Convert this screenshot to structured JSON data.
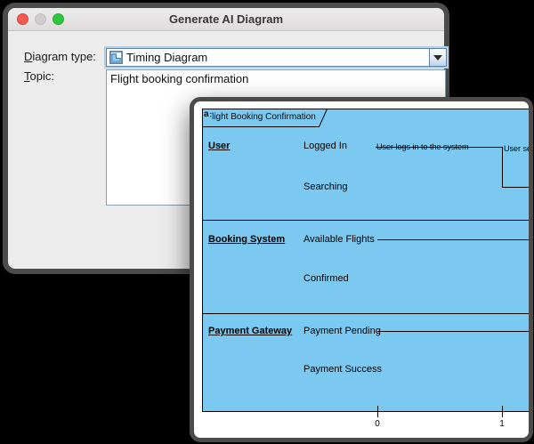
{
  "dialog": {
    "title": "Generate AI Diagram",
    "fields": {
      "diagram_type": {
        "label_head": "D",
        "label_tail": "iagram type:",
        "value": "Timing Diagram"
      },
      "topic": {
        "label_head": "T",
        "label_tail": "opic:",
        "value": "Flight booking confirmation"
      }
    }
  },
  "diagram": {
    "tab": {
      "badge": "a",
      "label": "Flight Booking Confirmation"
    },
    "lanes": [
      {
        "name": "User",
        "states": [
          "Logged In",
          "Searching"
        ]
      },
      {
        "name": "Booking System",
        "states": [
          "Available Flights",
          "Confirmed"
        ]
      },
      {
        "name": "Payment Gateway",
        "states": [
          "Payment Pending",
          "Payment Success"
        ]
      }
    ],
    "annotations": [
      "User logs in to the system",
      "User sea"
    ],
    "axis_labels": [
      "0",
      "1"
    ]
  },
  "icons": {
    "dropdown_arrow": "triangle-down",
    "diagram_type_icon": "timing-waveform"
  },
  "colors": {
    "frame_fill": "#7BC9F1",
    "focus_ring": "#B6CFE9",
    "window_border": "#4B4B4B",
    "traffic_red": "#F25A52",
    "traffic_middle": "#CECCCC",
    "traffic_green": "#30C63C",
    "background": "#000000"
  }
}
